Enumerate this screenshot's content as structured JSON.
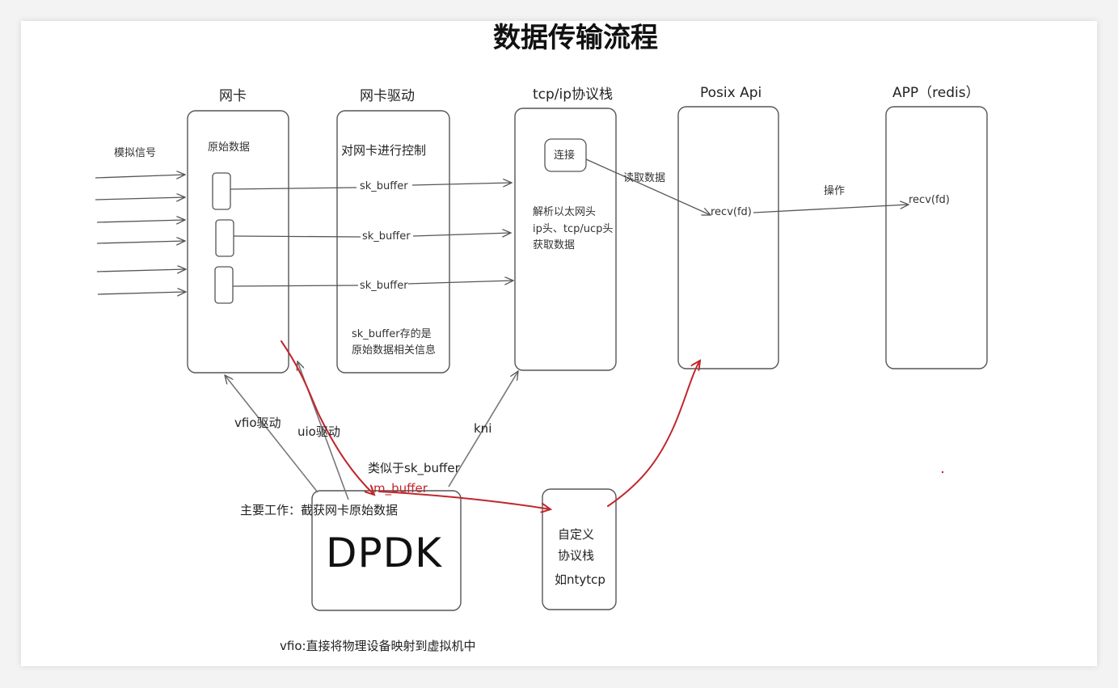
{
  "title": "数据传输流程",
  "columns": {
    "nic": "网卡",
    "driver": "网卡驱动",
    "stack": "tcp/ip协议栈",
    "posix": "Posix Api",
    "app": "APP（redis）"
  },
  "nic": {
    "signal_label": "模拟信号",
    "raw_data_label": "原始数据"
  },
  "driver": {
    "control_label": "对网卡进行控制",
    "buffers": [
      "sk_buffer",
      "sk_buffer",
      "sk_buffer"
    ],
    "note_line1": "sk_buffer存的是",
    "note_line2": "原始数据相关信息"
  },
  "stack": {
    "connect_label": "连接",
    "parse_line1": "解析以太网头",
    "parse_line2": "ip头、tcp/ucp头",
    "parse_line3": "获取数据"
  },
  "edges": {
    "read_data": "读取数据",
    "operate": "操作"
  },
  "posix": {
    "recv": "recv(fd)"
  },
  "app": {
    "recv": "recv(fd)"
  },
  "dpdk": {
    "name": "DPDK",
    "work": "主要工作：截获网卡原始数据",
    "vfio_driver": "vfio驱动",
    "uio_driver": "uio驱动",
    "kni": "kni",
    "similar": "类似于sk_buffer",
    "mbuf": "m_buffer"
  },
  "custom": {
    "line1": "自定义",
    "line2": "协议栈",
    "line3": "如ntytcp"
  },
  "footnote": "vfio:直接将物理设备映射到虚拟机中",
  "colors": {
    "red": "#c0272d",
    "line": "#555555"
  }
}
